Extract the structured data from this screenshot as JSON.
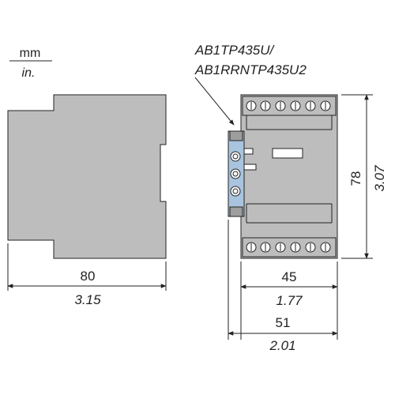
{
  "units": {
    "primary": "mm",
    "secondary": "in."
  },
  "part_numbers": [
    "AB1TP435U/",
    "AB1RRNTP435U2"
  ],
  "dimensions": {
    "side_depth": {
      "mm": "80",
      "in": "3.15"
    },
    "front_body_width": {
      "mm": "45",
      "in": "1.77"
    },
    "front_total_width": {
      "mm": "51",
      "in": "2.01"
    },
    "front_height": {
      "mm": "78",
      "in": "3.07"
    }
  },
  "colors": {
    "body": "#bdbdbd",
    "terminal_block": "#a9c4de",
    "line": "#222222"
  }
}
